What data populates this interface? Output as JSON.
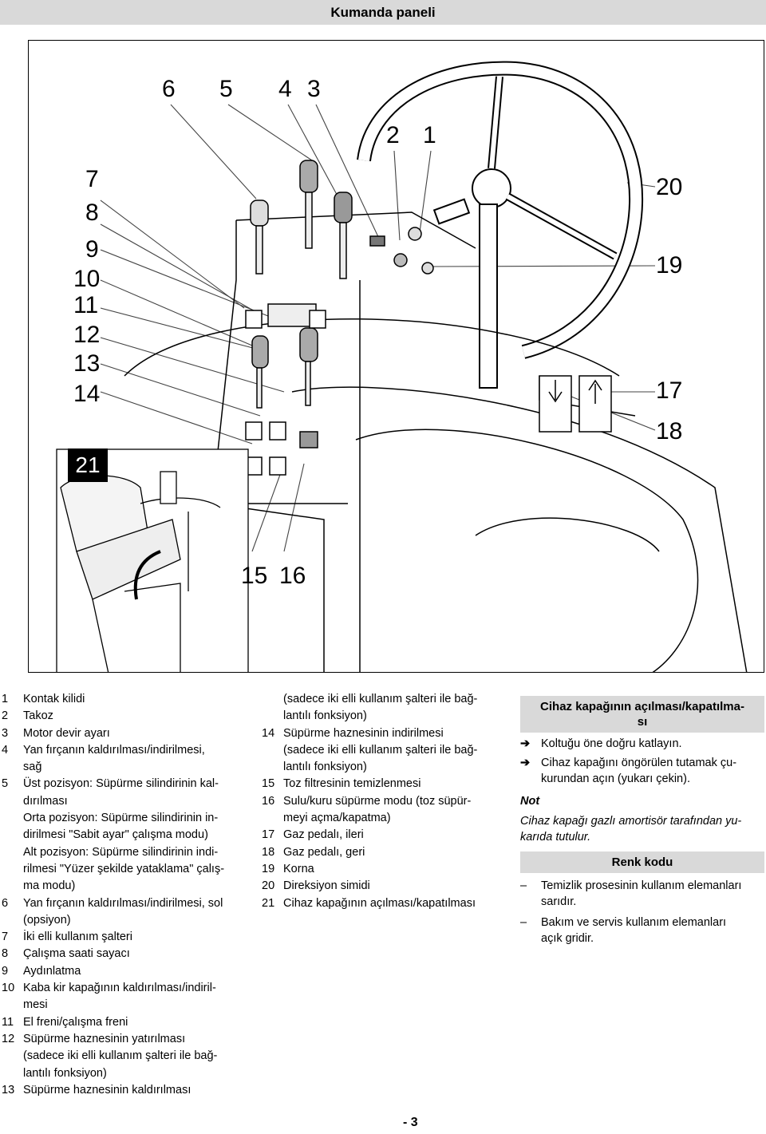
{
  "header": {
    "title": "Kumanda paneli"
  },
  "figure": {
    "callouts_top": [
      "6",
      "5",
      "4",
      "3",
      "2",
      "1"
    ],
    "callouts_left": [
      "7",
      "8",
      "9",
      "10",
      "11",
      "12",
      "13",
      "14"
    ],
    "callouts_right": [
      "20",
      "19",
      "17",
      "18"
    ],
    "callouts_bottom": [
      "15",
      "16"
    ],
    "inset_label": "21"
  },
  "legend": {
    "col1": [
      {
        "num": "1",
        "text": "Kontak kilidi"
      },
      {
        "num": "2",
        "text": "Takoz"
      },
      {
        "num": "3",
        "text": "Motor devir ayarı"
      },
      {
        "num": "4",
        "text": "Yan fırçanın kaldırılması/indirilmesi,",
        "cont": [
          "sağ"
        ]
      },
      {
        "num": "5",
        "text": "Üst pozisyon: Süpürme silindirinin kal-",
        "cont": [
          "dırılması",
          "Orta pozisyon: Süpürme silindirinin in-",
          "dirilmesi \"Sabit ayar\" çalışma modu)",
          "Alt pozisyon: Süpürme silindirinin indi-",
          "rilmesi \"Yüzer şekilde yataklama\" çalış-",
          "ma modu)"
        ]
      },
      {
        "num": "6",
        "text": "Yan fırçanın kaldırılması/indirilmesi, sol",
        "cont": [
          "(opsiyon)"
        ]
      },
      {
        "num": "7",
        "text": "İki elli kullanım şalteri"
      },
      {
        "num": "8",
        "text": "Çalışma saati sayacı"
      },
      {
        "num": "9",
        "text": "Aydınlatma"
      },
      {
        "num": "10",
        "text": "Kaba kir kapağının kaldırılması/indiril-",
        "cont": [
          "mesi"
        ]
      },
      {
        "num": "11",
        "text": "El freni/çalışma freni"
      },
      {
        "num": "12",
        "text": "Süpürme haznesinin yatırılması",
        "cont": [
          "(sadece iki elli kullanım şalteri ile bağ-",
          "lantılı fonksiyon)"
        ]
      },
      {
        "num": "13",
        "text": "Süpürme haznesinin kaldırılması"
      }
    ],
    "col2_lead": [
      "(sadece iki elli kullanım şalteri ile bağ-",
      "lantılı fonksiyon)"
    ],
    "col2": [
      {
        "num": "14",
        "text": "Süpürme haznesinin indirilmesi",
        "cont": [
          "(sadece iki elli kullanım şalteri ile bağ-",
          "lantılı fonksiyon)"
        ]
      },
      {
        "num": "15",
        "text": "Toz filtresinin temizlenmesi"
      },
      {
        "num": "16",
        "text": "Sulu/kuru süpürme modu (toz süpür-",
        "cont": [
          "meyi açma/kapatma)"
        ]
      },
      {
        "num": "17",
        "text": "Gaz pedalı, ileri"
      },
      {
        "num": "18",
        "text": "Gaz pedalı, geri"
      },
      {
        "num": "19",
        "text": "Korna"
      },
      {
        "num": "20",
        "text": "Direksiyon simidi"
      },
      {
        "num": "21",
        "text": "Cihaz kapağının açılması/kapatılması"
      }
    ]
  },
  "cover_section": {
    "heading_line1": "Cihaz kapağının açılması/kapatılma-",
    "heading_line2": "sı",
    "steps": [
      {
        "mark": "➔",
        "text": "Koltuğu öne doğru katlayın."
      },
      {
        "mark": "➔",
        "text": "Cihaz kapağını öngörülen tutamak çu-",
        "cont": "kurundan açın (yukarı çekin)."
      }
    ],
    "note_title": "Not",
    "note_text_1": "Cihaz kapağı gazlı amortisör tarafından yu-",
    "note_text_2": "karıda tutulur."
  },
  "color_section": {
    "heading": "Renk kodu",
    "items": [
      {
        "mark": "–",
        "text": "Temizlik prosesinin kullanım elemanları",
        "cont": "sarıdır."
      },
      {
        "mark": "–",
        "text": "Bakım ve servis kullanım elemanları",
        "cont": "açık gridir."
      }
    ]
  },
  "footer": {
    "page": "- 3"
  }
}
